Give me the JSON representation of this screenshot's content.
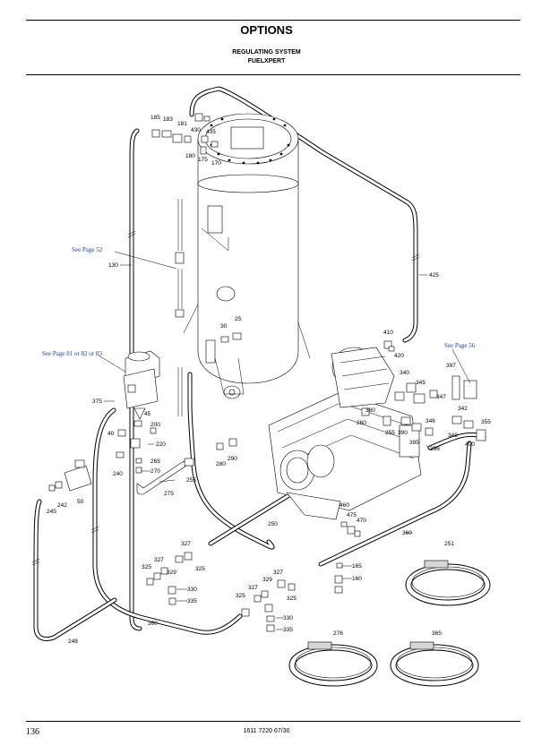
{
  "header": {
    "title": "OPTIONS",
    "subtitle_1": "REGULATING SYSTEM",
    "subtitle_2": "FUELXPERT"
  },
  "references": {
    "see_page_52": "See Page 52",
    "see_page_56": "See Page 56",
    "see_page_81_82_83": "See Page 81  or  82  or  83"
  },
  "callouts": {
    "c185": "185",
    "c183": "183",
    "c181": "181",
    "c430": "430",
    "c435": "435",
    "c180": "180",
    "c175": "175",
    "c170": "170",
    "c130": "130",
    "c425": "425",
    "c30": "30",
    "c25": "25",
    "c410": "410",
    "c420": "420",
    "c397": "397",
    "c340": "340",
    "c345": "345",
    "c347": "347",
    "c342": "342",
    "c380": "380",
    "c346": "346",
    "c355": "355",
    "c260": "260",
    "c255": "255",
    "c390": "390",
    "c348": "348",
    "c395": "395",
    "c396": "396",
    "c400": "400",
    "c375": "375",
    "c45": "45",
    "c40": "40",
    "c200": "200",
    "c220": "220",
    "c280": "280",
    "c290": "290",
    "c265": "265",
    "c270": "270",
    "c240": "240",
    "c255b": "255",
    "c275": "275",
    "c242": "242",
    "c50": "50",
    "c245": "245",
    "c250": "250",
    "c460": "460",
    "c475": "475",
    "c470": "470",
    "c360": "360",
    "c251": "251",
    "c327a": "327",
    "c329a": "329",
    "c327b": "327",
    "c325a": "325",
    "c325b": "325",
    "c330a": "330",
    "c335a": "335",
    "c165": "165",
    "c160": "160",
    "c327c": "327",
    "c329b": "329",
    "c327d": "327",
    "c325c": "325",
    "c325d": "325",
    "c330b": "330",
    "c335b": "335",
    "c360b": "360",
    "c248": "248",
    "c276": "276",
    "c365": "365"
  },
  "footer": {
    "page_number": "136",
    "doc_code": "1611 7220 67/30"
  }
}
